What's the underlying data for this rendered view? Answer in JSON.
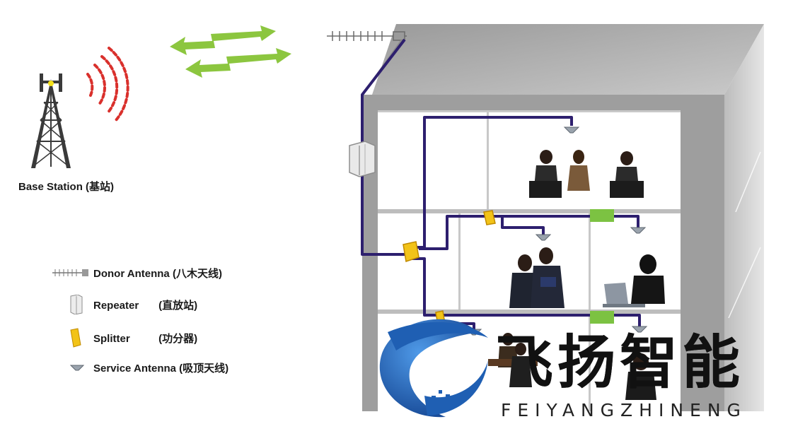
{
  "base_station": {
    "label": "Base Station (基站)"
  },
  "legend": {
    "items": [
      {
        "term": "Donor Antenna",
        "desc": "(八木天线)",
        "icon": "yagi-antenna-icon"
      },
      {
        "term": "Repeater",
        "desc": "(直放站)",
        "icon": "repeater-icon"
      },
      {
        "term": "Splitter",
        "desc": "(功分器)",
        "icon": "splitter-icon"
      },
      {
        "term": "Service Antenna",
        "desc": "(吸顶天线)",
        "icon": "ceiling-antenna-icon"
      }
    ]
  },
  "logo": {
    "name_cn": "飞扬智能",
    "name_en": "FEIYANGZHINENG"
  },
  "colors": {
    "cable": "#2d1f6e",
    "signal_arrow": "#8cc63f",
    "radio_wave": "#d9302c",
    "splitter": "#f2c318",
    "coupler": "#7cc242",
    "building_gray": "#a9a9a9",
    "logo_blue": "#1f5fb3"
  }
}
